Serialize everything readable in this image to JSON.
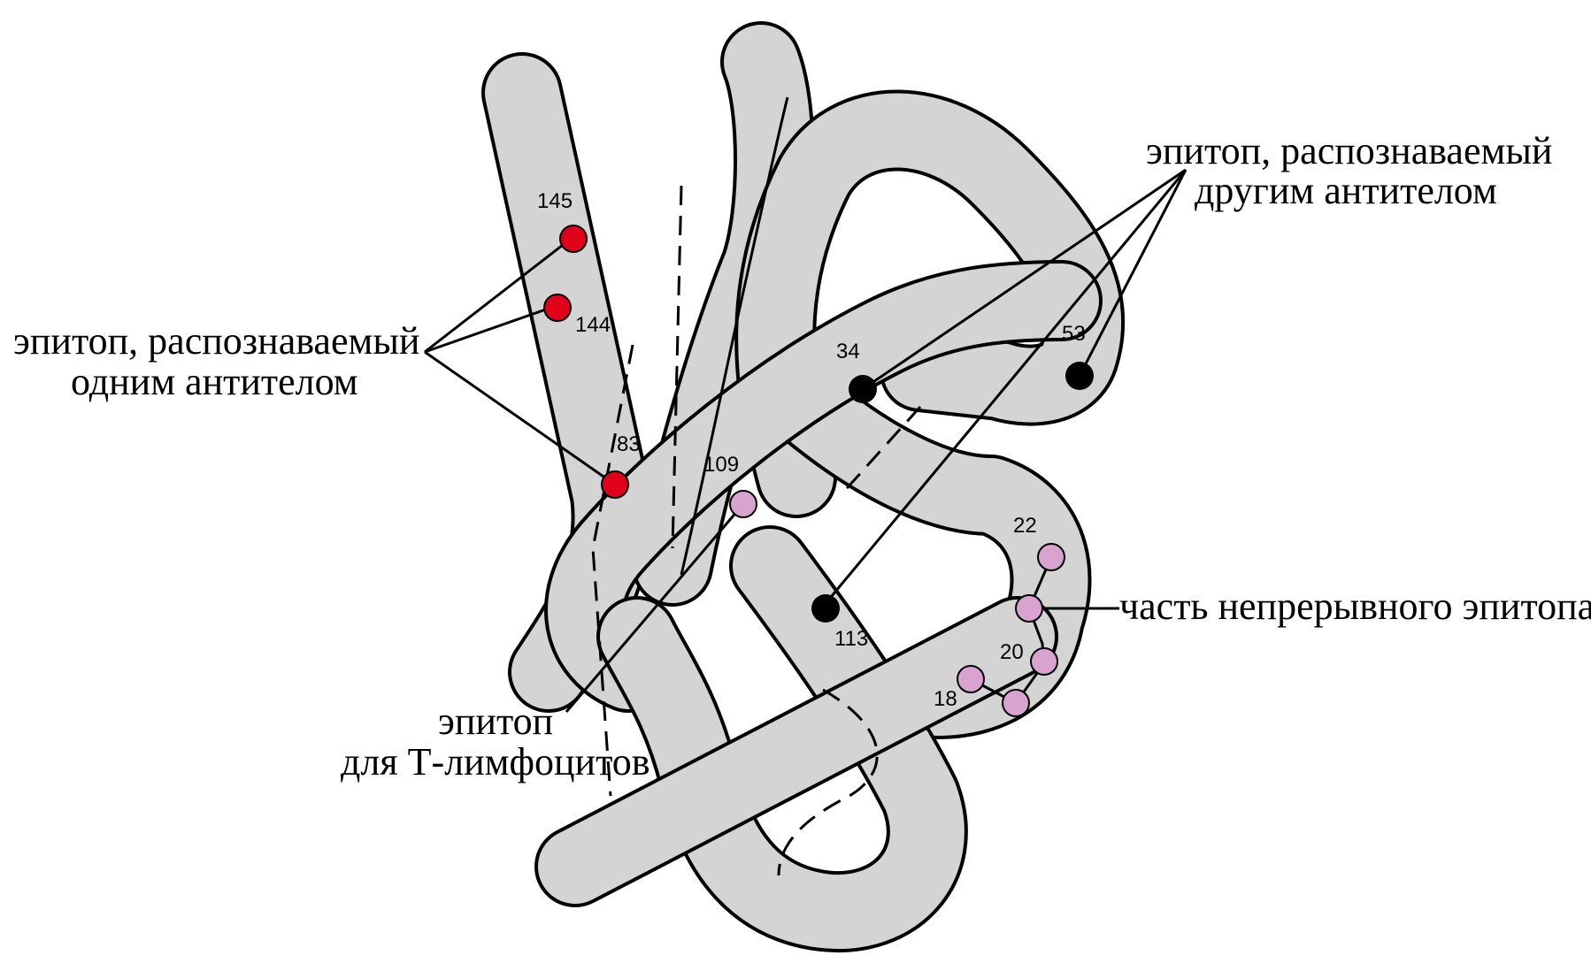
{
  "diagram": {
    "labels": {
      "single_antibody_epitope": [
        "эпитоп, распознаваемый",
        "одним антителом"
      ],
      "other_antibody_epitope": [
        "эпитоп, распознаваемый",
        "другим антителом"
      ],
      "continuous_epitope_part": "часть непрерывного эпитопа",
      "t_cell_epitope": [
        "эпитоп",
        "для Т-лимфоцитов"
      ]
    },
    "residues": {
      "r145": "145",
      "r144": "144",
      "r83": "83",
      "r109": "109",
      "r34": "34",
      "r53": "53",
      "r113": "113",
      "r22": "22",
      "r20": "20",
      "r18": "18"
    },
    "colors": {
      "chain_fill": "#d4d4d4",
      "chain_outline": "#000000",
      "epitope_red": "#e0001a",
      "epitope_black": "#000000",
      "epitope_pink": "#d9a3cf"
    }
  }
}
